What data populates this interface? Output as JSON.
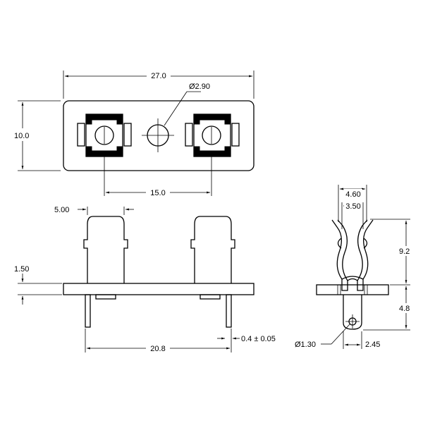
{
  "dimensions": {
    "total_length": "27.0",
    "height": "10.0",
    "hole_diameter": "Ø2.90",
    "clip_spacing": "15.0",
    "tab_width": "5.00",
    "base_thickness": "1.50",
    "pin_spacing": "20.8",
    "pin_thickness": "0.4 ± 0.05",
    "clip_outer_width": "4.60",
    "clip_inner_width": "3.50",
    "clip_height": "9.2",
    "pin_length": "4.8",
    "pin_hole_diameter": "Ø1.30",
    "pin_width": "2.45"
  },
  "colors": {
    "line": "#000000",
    "background": "#ffffff"
  }
}
